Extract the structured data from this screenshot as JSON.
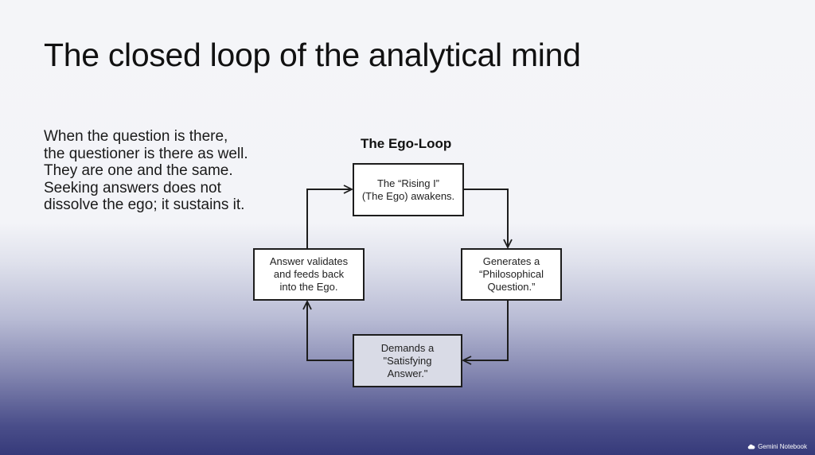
{
  "slide": {
    "title": "The closed loop of the analytical mind",
    "body_lines": [
      "When the question is there,",
      "the questioner is there as well.",
      "They are one and the same.",
      "Seeking answers does not",
      "dissolve the ego; it sustains it."
    ]
  },
  "diagram": {
    "title": "The Ego-Loop",
    "nodes": {
      "top": [
        "The “Rising I”",
        "(The Ego) awakens."
      ],
      "right": [
        "Generates a",
        "“Philosophical",
        "Question.”"
      ],
      "bottom": [
        "Demands a",
        "\"Satisfying",
        "Answer.\""
      ],
      "left": [
        "Answer validates",
        "and feeds back",
        "into the Ego."
      ]
    },
    "arrow_icon": "arrow-head-icon"
  },
  "footer": {
    "badge_label": "Gemini Notebook",
    "badge_icon": "cloud-icon"
  }
}
